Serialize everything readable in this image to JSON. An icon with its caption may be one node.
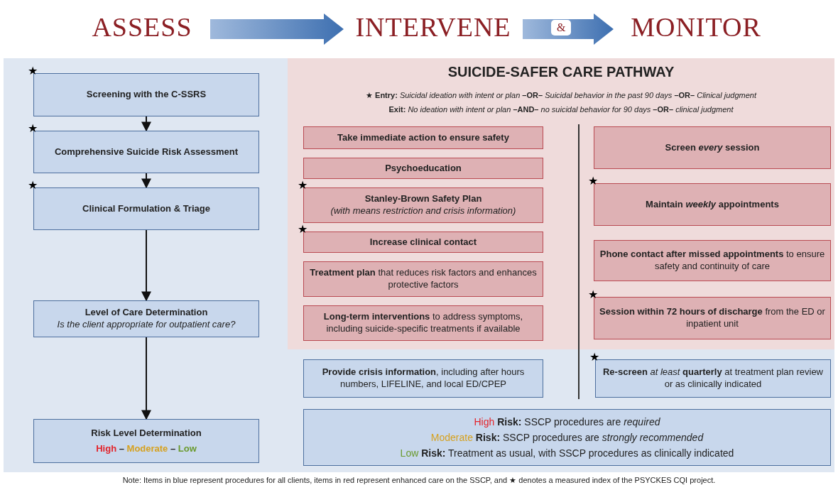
{
  "diagram": {
    "nodes": [
      {
        "text": [
          "ASSESS"
        ]
      },
      {
        "text": [
          "INTERVENE"
        ]
      },
      {
        "text": [
          "MONITOR"
        ]
      },
      {
        "text": [
          "Screening with the C-SSRS"
        ],
        "beside": [
          "★"
        ]
      },
      {
        "text": [
          "Comprehensive Suicide Risk Assessment"
        ],
        "beside": [
          "★"
        ]
      },
      {
        "text": [
          "Clinical Formulation & Triage"
        ],
        "beside": [
          "★"
        ]
      },
      {
        "text": [
          "Level of Care Determination",
          "Is the client appropriate for outpatient care?"
        ]
      },
      {
        "text": [
          "Risk Level Determination",
          "High – Moderate – Low"
        ]
      },
      {
        "text": [
          "SUICIDE-SAFER CARE PATHWAY",
          "★ **Entry:** *Suicidal ideation with intent or plan* **–OR–** *Suicidal behavior in the past 90 days* **–OR–** *Clinical judgment*",
          "**Exit:** *No ideation with intent or plan* **–AND–** *no suicidal behavior for 90 days* **–OR–** *clinical judgment*"
        ]
      },
      {
        "text": [
          "Take immediate action to ensure safety"
        ],
        "in": 8
      },
      {
        "text": [
          "Psychoeducation"
        ],
        "in": 8
      },
      {
        "text": [
          "Stanley-Brown Safety Plan",
          "(with means restriction and crisis information)"
        ],
        "beside": [
          "★"
        ],
        "in": 8
      },
      {
        "text": [
          "Increase clinical contact"
        ],
        "beside": [
          "★"
        ],
        "in": 8
      },
      {
        "text": [
          "**Treatment plan** that reduces risk factors and enhances protective factors"
        ],
        "in": 8
      },
      {
        "text": [
          "**Long-term interventions** to address symptoms, including suicide-specific treatments if available"
        ],
        "in": 8
      },
      {
        "text": [
          "Screen *every* session"
        ],
        "in": 8
      },
      {
        "text": [
          "Maintain *weekly* appointments"
        ],
        "beside": [
          "★"
        ],
        "in": 8
      },
      {
        "text": [
          "**Phone contact after missed appointments** to ensure safety and continuity of care"
        ],
        "in": 8
      },
      {
        "text": [
          "**Session within 72 hours of discharge** from the ED or inpatient unit"
        ],
        "beside": [
          "★"
        ],
        "in": 8
      },
      {
        "text": [
          "**Provide crisis information**, including after hours numbers, LIFELINE, and local ED/CPEP"
        ]
      },
      {
        "text": [
          "**Re-screen** *at least* **quarterly** at treatment plan review or as clinically indicated"
        ],
        "beside": [
          "★"
        ]
      },
      {
        "text": [
          "High **Risk:** SSCP procedures are *required*",
          "Moderate **Risk:** SSCP procedures are *strongly recommended*",
          "Low **Risk:** Treatment as usual, with SSCP procedures as clinically indicated"
        ]
      }
    ],
    "edges": [
      {
        "from": 0,
        "to": 1,
        "arrow": "to"
      },
      {
        "from": 1,
        "to": 2,
        "arrow": "to",
        "label": "&"
      },
      {
        "from": 3,
        "to": 4,
        "arrow": "to"
      },
      {
        "from": 4,
        "to": 5,
        "arrow": "to"
      },
      {
        "from": 5,
        "to": 6,
        "arrow": "to"
      },
      {
        "from": 6,
        "to": 7,
        "arrow": "to"
      }
    ],
    "labels": [
      "Note: Items in blue represent procedures for all clients, items in red represent enhanced care on the SSCP, and ★ denotes a measured index of the PSYCKES CQI project."
    ]
  }
}
